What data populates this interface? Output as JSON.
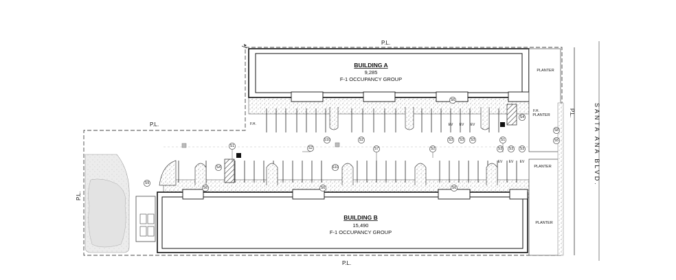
{
  "property_lines": {
    "label": "P.L.",
    "top": "P.L.",
    "left_upper": "P.L.",
    "left_side": "P.L.",
    "right_side": "P.L.",
    "bottom": "P.L."
  },
  "street": {
    "name": "SANTA ANA BLVD."
  },
  "building_a": {
    "title": "BUILDING A",
    "area": "9,285",
    "occupancy": "F-1 OCCUPANCY GROUP"
  },
  "building_b": {
    "title": "BUILDING B",
    "area": "15,490",
    "occupancy": "F-1 OCCUPANCY GROUP"
  },
  "planters": [
    "PLANTER",
    "PLANTER",
    "PLANTER",
    "PLANTER"
  ],
  "fire_hydrant": "F.H.",
  "ev_label": "EV",
  "sign_bubbles": {
    "upper_row": [
      "S1",
      "S2",
      "S10",
      "S2",
      "S7",
      "S2",
      "S3",
      "S3",
      "S3",
      "S1"
    ],
    "lower_row": [
      "S10",
      "S3",
      "S3",
      "S3"
    ],
    "misc": [
      "S1",
      "S4",
      "S4",
      "S6",
      "S6",
      "S6",
      "S6",
      "S8",
      "S5",
      "S9"
    ]
  },
  "accent_color": "#111111",
  "stipple_color": "#7a7a7a",
  "landscape_fill": "#e9e9e9"
}
